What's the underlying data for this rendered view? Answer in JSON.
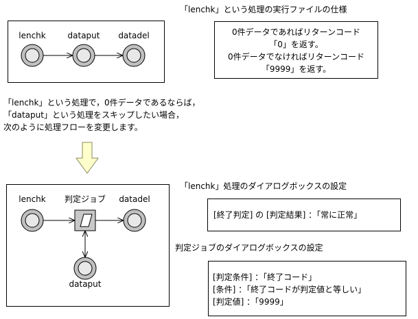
{
  "colors": {
    "node_fill": "#c0c0c0",
    "node_inner": "#e8e8e8",
    "judge_fill": "#c8c8c8",
    "arrow_fill": "#ffffcc",
    "arrow_stroke": "#8a8a60",
    "line": "#000000"
  },
  "spec": {
    "title": "「lenchk」という処理の実行ファイルの仕様",
    "lines": [
      "0件データであればリターンコード",
      "「0」を返す。",
      "0件データでなければリターンコード",
      "「9999」を返す。"
    ]
  },
  "flow1": {
    "labels": [
      "lenchk",
      "dataput",
      "datadel"
    ]
  },
  "description": {
    "lines": [
      "「lenchk」という処理で，0件データであるならば，",
      "「dataput」という処理をスキップしたい場合，",
      "次のように処理フローを変更します。"
    ]
  },
  "flow2": {
    "labels": [
      "lenchk",
      "判定ジョブ",
      "datadel",
      "dataput"
    ]
  },
  "lenchk_dialog": {
    "title": "「lenchk」処理のダイアログボックスの設定",
    "text": "[終了判定] の [判定結果] ：「常に正常」"
  },
  "judge_dialog": {
    "title": "判定ジョブのダイアログボックスの設定",
    "lines": [
      "[判定条件] ：「終了コード」",
      "[条件] ：「終了コードが判定値と等しい」",
      "[判定値] ：「9999」"
    ]
  }
}
